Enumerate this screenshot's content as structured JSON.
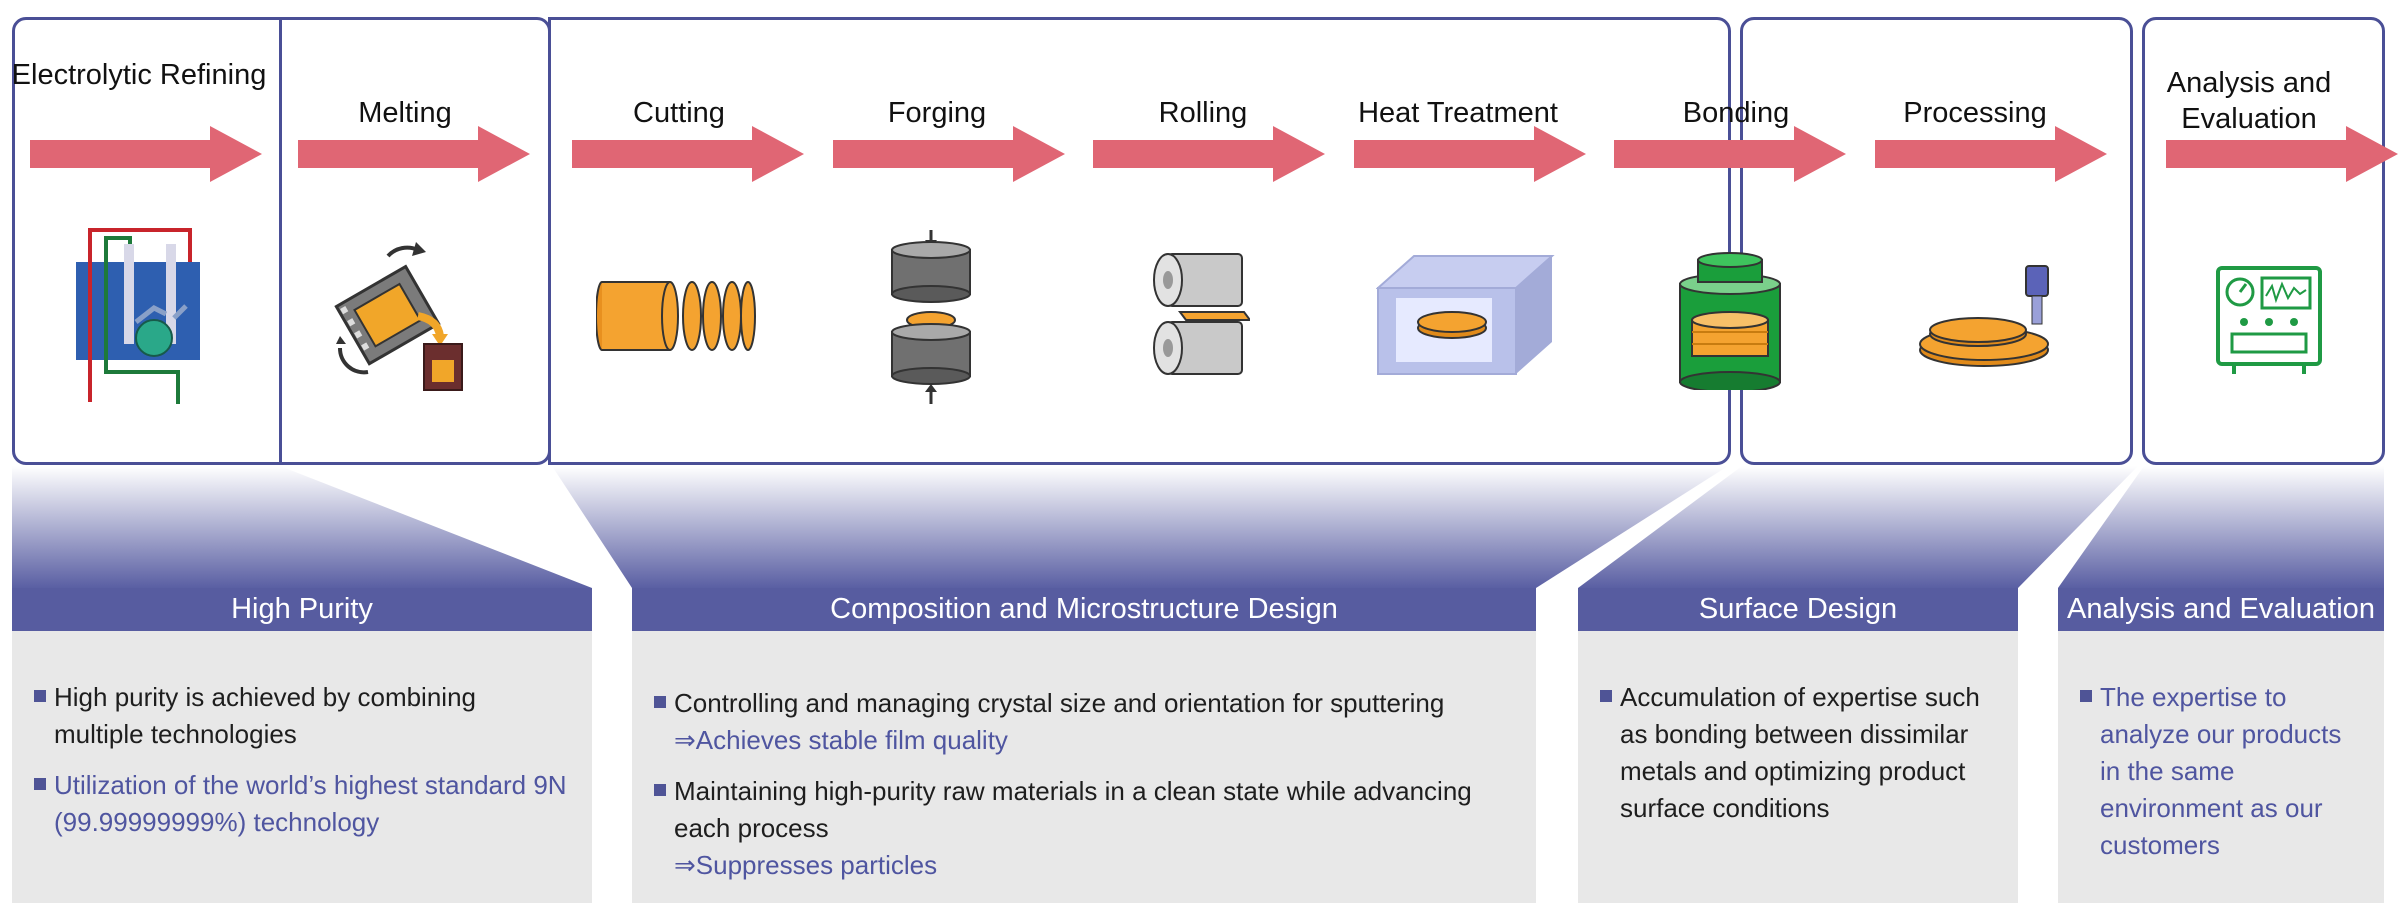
{
  "colors": {
    "frame": "#4a4f96",
    "arrow": "#e06674",
    "header": "#575ca0",
    "body_bg": "#e8e8e8",
    "highlight_text": "#4f55a0"
  },
  "steps": [
    {
      "label": "Electrolytic Refining",
      "icon": "electrolysis-tank-icon"
    },
    {
      "label": "Melting",
      "icon": "melting-furnace-icon"
    },
    {
      "label": "Cutting",
      "icon": "cut-ingot-icon"
    },
    {
      "label": "Forging",
      "icon": "forging-press-icon"
    },
    {
      "label": "Rolling",
      "icon": "rolling-mill-icon"
    },
    {
      "label": "Heat Treatment",
      "icon": "heat-treatment-furnace-icon"
    },
    {
      "label": "Bonding",
      "icon": "bonded-target-icon"
    },
    {
      "label": "Processing",
      "icon": "machining-icon"
    },
    {
      "label": "Analysis and Evaluation",
      "icon": "analyzer-instrument-icon"
    }
  ],
  "columns": [
    {
      "title": "High Purity",
      "bullets": [
        {
          "text": "High purity is achieved by combining multiple technologies",
          "highlight": false
        },
        {
          "text": "Utilization of the world’s highest standard 9N (99.99999999%) technology",
          "highlight": true
        }
      ]
    },
    {
      "title": "Composition and Microstructure Design",
      "bullets": [
        {
          "text": "Controlling and managing crystal size and orientation for sputtering",
          "sub": "⇒Achieves stable film quality"
        },
        {
          "text": "Maintaining high-purity raw materials in a clean state while advancing each process",
          "sub": "⇒Suppresses particles"
        }
      ]
    },
    {
      "title": "Surface Design",
      "bullets": [
        {
          "text": "Accumulation of expertise such as bonding between dissimilar metals and optimizing product surface conditions"
        }
      ]
    },
    {
      "title": "Analysis and Evaluation",
      "bullets": [
        {
          "text": "The expertise to analyze our products in the same environment as our customers",
          "highlight": true
        }
      ]
    }
  ]
}
